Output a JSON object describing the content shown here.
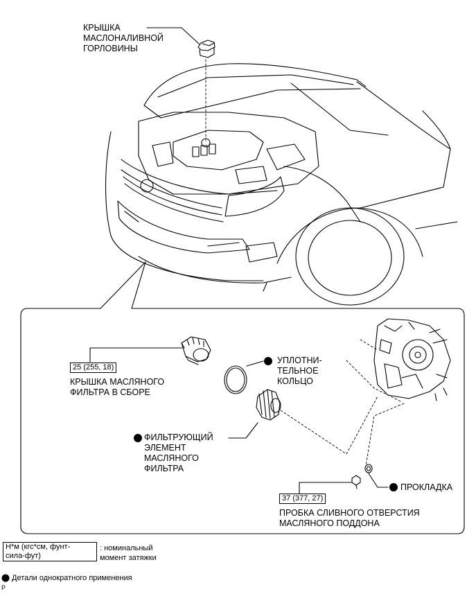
{
  "labels": {
    "oil_filler_cap": [
      "КРЫШКА",
      "МАСЛОНАЛИВНОЙ",
      "ГОРЛОВИНЫ"
    ],
    "o_ring": [
      "УПЛОТНИ-",
      "ТЕЛЬНОЕ",
      "КОЛЬЦО"
    ],
    "filter_cap": [
      "КРЫШКА МАСЛЯНОГО",
      "ФИЛЬТРА В СБОРЕ"
    ],
    "filter_element": [
      "ФИЛЬТРУЮЩИЙ",
      "ЭЛЕМЕНТ",
      "МАСЛЯНОГО",
      "ФИЛЬТРА"
    ],
    "gasket": "ПРОКЛАДКА",
    "drain_plug": [
      "ПРОБКА СЛИВНОГО ОТВЕРСТИЯ",
      "МАСЛЯНОГО ПОДДОНА"
    ]
  },
  "torques": {
    "filter_cap": "25 (255, 18)",
    "drain_plug": "37 (377, 27)"
  },
  "legend": {
    "torque_unit": [
      "Н*м (кгс*см, фунт-",
      "сила-фут)"
    ],
    "torque_desc": [
      ": номинальный",
      "момент затяжки"
    ],
    "non_reusable": "Детали однократного применения"
  },
  "corner_mark": "P"
}
